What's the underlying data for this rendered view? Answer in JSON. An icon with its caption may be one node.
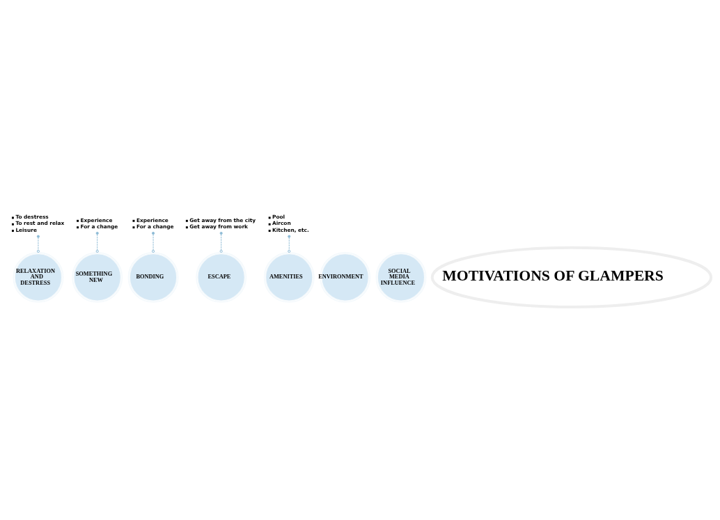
{
  "diagram": {
    "nodes": [
      {
        "text": [
          "MOTIVATIONS OF GLAMPERS"
        ]
      },
      {
        "text": [
          "RELAXATION AND DESTRESS"
        ]
      },
      {
        "text": [
          "SOMETHING NEW"
        ]
      },
      {
        "text": [
          "BONDING"
        ]
      },
      {
        "text": [
          "ESCAPE"
        ]
      },
      {
        "text": [
          "ENVIRONMENT"
        ]
      },
      {
        "text": [
          "AMENITIES"
        ]
      },
      {
        "text": [
          "SOCIAL MEDIA INFLUENCE"
        ]
      },
      {
        "text": [
          "To destress",
          "To rest and relax",
          "Leisure"
        ]
      },
      {
        "text": [
          "Experience",
          "For a change"
        ]
      },
      {
        "text": [
          "Experience",
          "For a change"
        ]
      },
      {
        "text": [
          "Get away from the city",
          "Get away from work"
        ]
      },
      {
        "text": [
          "Pool",
          "Aircon",
          "Kitchen, etc."
        ]
      }
    ],
    "edges": [
      {
        "from": 8,
        "to": 1,
        "arrow": "other",
        "style": "dashed"
      },
      {
        "from": 9,
        "to": 2,
        "arrow": "other",
        "style": "dashed"
      },
      {
        "from": 10,
        "to": 3,
        "arrow": "other",
        "style": "dashed"
      },
      {
        "from": 11,
        "to": 4,
        "arrow": "other",
        "style": "dashed"
      },
      {
        "from": 12,
        "to": 6,
        "arrow": "other",
        "style": "dashed"
      }
    ]
  }
}
